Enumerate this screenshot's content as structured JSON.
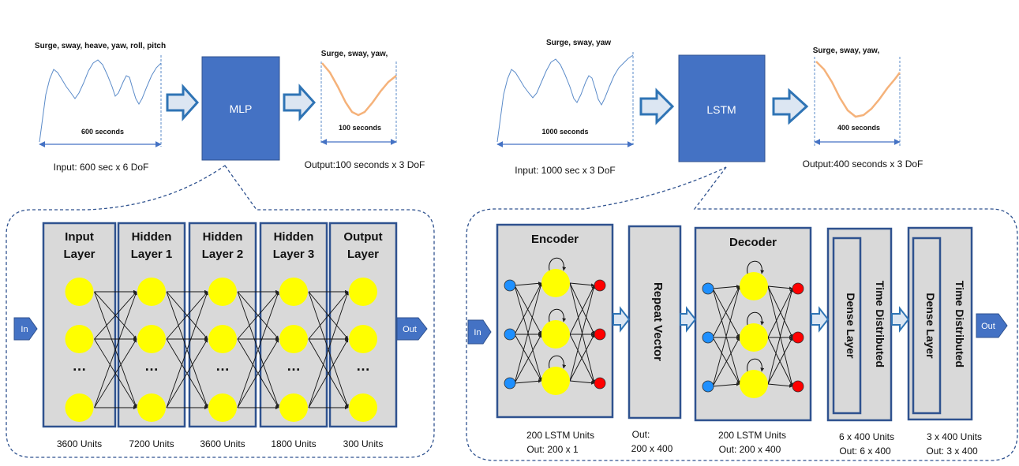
{
  "colors": {
    "box_blue": "#4472C4",
    "box_dark": "#2F528F",
    "layer_fill": "#D9D9D9",
    "neuron_yellow": "#FFFF00",
    "input_node": "#1E90FF",
    "output_node": "#FF0000",
    "signal_blue": "#5B8BC9",
    "signal_orange": "#F5B27A"
  },
  "mlp_panel": {
    "input_signal_title": "Surge, sway, heave, yaw, roll, pitch",
    "input_duration": "600 seconds",
    "input_caption": "Input: 600 sec x 6 DoF",
    "model_label": "MLP",
    "output_signal_title": "Surge, sway, yaw,",
    "output_duration": "100 seconds",
    "output_caption": "Output:100 seconds x 3 DoF"
  },
  "lstm_panel": {
    "input_signal_title": "Surge, sway, yaw",
    "input_duration": "1000 seconds",
    "input_caption": "Input: 1000 sec x 3 DoF",
    "model_label": "LSTM",
    "output_signal_title": "Surge, sway, yaw,",
    "output_duration": "400 seconds",
    "output_caption": "Output:400 seconds x 3 DoF"
  },
  "mlp_detail": {
    "in_label": "In",
    "out_label": "Out",
    "ellipsis": "…",
    "layers": [
      {
        "title_1": "Input",
        "title_2": "Layer",
        "units": "3600 Units"
      },
      {
        "title_1": "Hidden",
        "title_2": "Layer 1",
        "units": "7200 Units"
      },
      {
        "title_1": "Hidden",
        "title_2": "Layer 2",
        "units": "3600 Units"
      },
      {
        "title_1": "Hidden",
        "title_2": "Layer 3",
        "units": "1800 Units"
      },
      {
        "title_1": "Output",
        "title_2": "Layer",
        "units": "300 Units"
      }
    ]
  },
  "lstm_detail": {
    "in_label": "In",
    "out_label": "Out",
    "encoder": {
      "title": "Encoder",
      "caption_1": "200 LSTM Units",
      "caption_2": "Out: 200 x 1"
    },
    "repeat": {
      "title": "Repeat Vector",
      "caption_1": "Out:",
      "caption_2": "200 x 400"
    },
    "decoder": {
      "title": "Decoder",
      "caption_1": "200 LSTM Units",
      "caption_2": "Out: 200 x 400"
    },
    "td1": {
      "title": "Time Distributed",
      "inner": "Dense Layer",
      "caption_1": "6 x 400 Units",
      "caption_2": "Out: 6 x 400"
    },
    "td2": {
      "title": "Time Distributed",
      "inner": "Dense Layer",
      "caption_1": "3 x 400 Units",
      "caption_2": "Out: 3 x 400"
    }
  }
}
